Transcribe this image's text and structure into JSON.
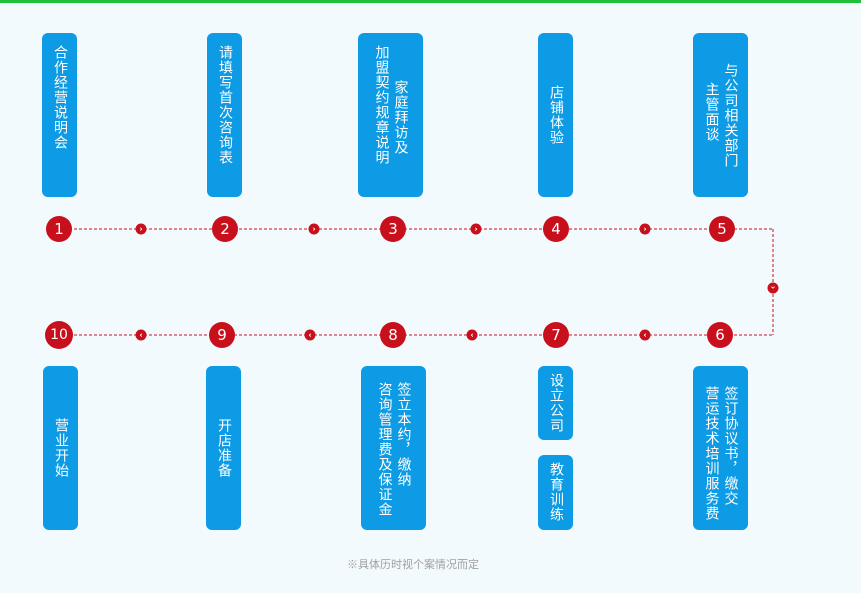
{
  "colors": {
    "box": "#0c9be4",
    "node": "#c8101d",
    "line": "#c8101d",
    "topbar": "#1fbf3a",
    "note": "#a0a0a0"
  },
  "steps": [
    {
      "number": "1",
      "lines": [
        "合作经营说明会"
      ]
    },
    {
      "number": "2",
      "lines": [
        "请填写首次咨询表"
      ]
    },
    {
      "number": "3",
      "lines": [
        "家庭拜访及",
        "加盟契约规章说明"
      ]
    },
    {
      "number": "4",
      "lines": [
        "店铺体验"
      ]
    },
    {
      "number": "5",
      "lines": [
        "与公司相关部门",
        "主管面谈"
      ]
    },
    {
      "number": "6",
      "lines": [
        "签订协议书，缴交",
        "营运技术培训服务费"
      ]
    },
    {
      "number": "7",
      "lines": [
        "设立公司"
      ],
      "extra_lines": [
        "教育训练"
      ]
    },
    {
      "number": "8",
      "lines": [
        "签立本约，缴纳",
        "咨询管理费及保证金"
      ]
    },
    {
      "number": "9",
      "lines": [
        "开店准备"
      ]
    },
    {
      "number": "10",
      "lines": [
        "营业开始"
      ]
    }
  ],
  "icons": {
    "arrow_right": "›",
    "arrow_left": "‹",
    "arrow_down": "⌄"
  },
  "note": "※具体历时视个案情况而定"
}
